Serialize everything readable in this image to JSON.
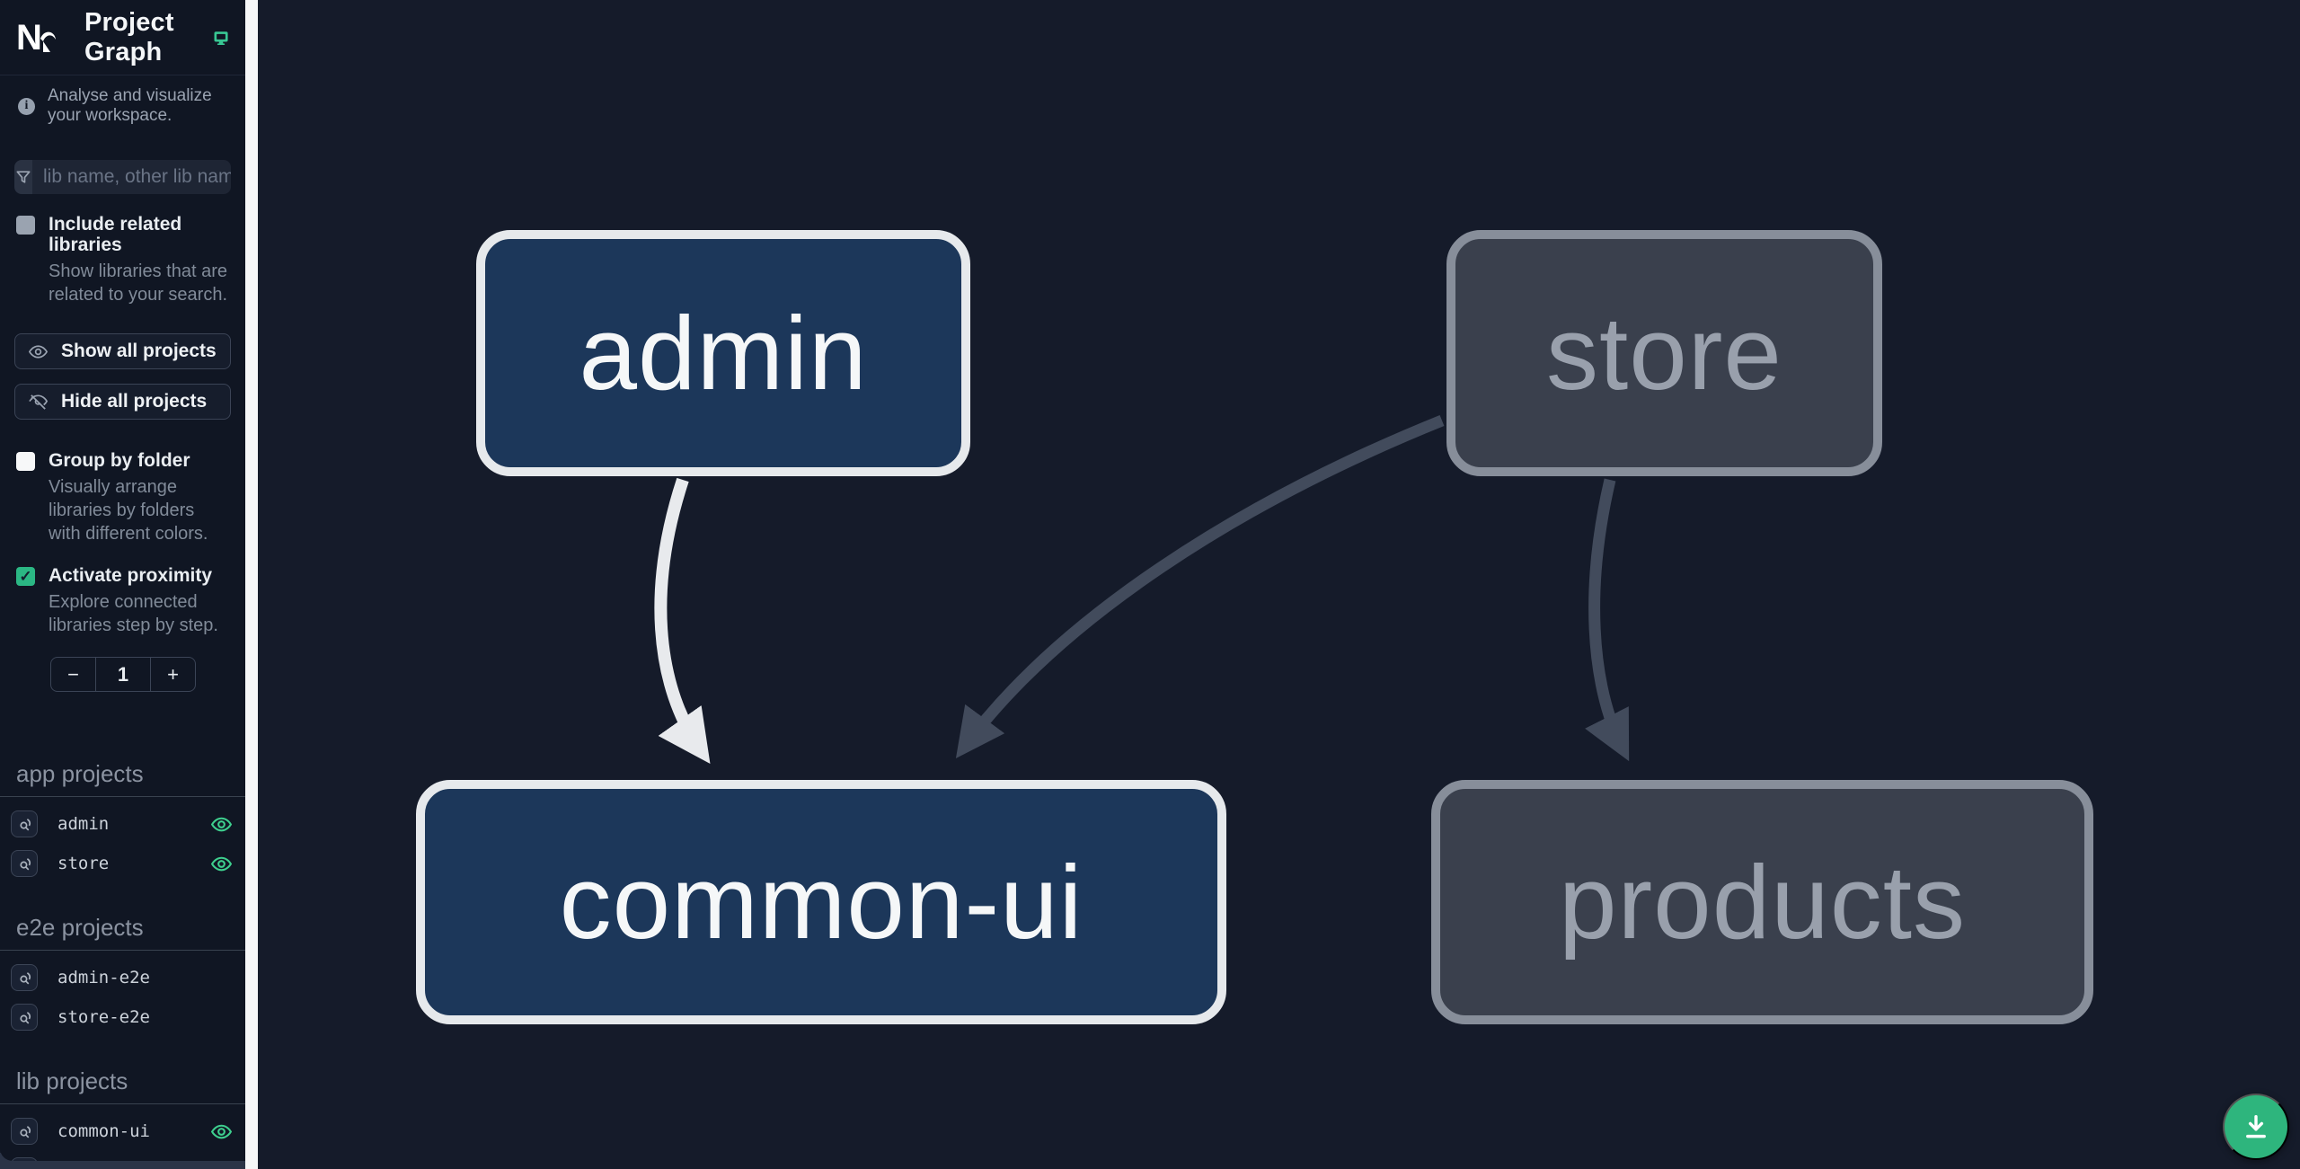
{
  "app": {
    "title": "Project Graph",
    "logo": "Nx"
  },
  "tagline": "Analyse and visualize your workspace.",
  "search": {
    "placeholder": "lib name, other lib name"
  },
  "actions": {
    "show_all": "Show all projects",
    "hide_all": "Hide all projects"
  },
  "options": {
    "related": {
      "label": "Include related libraries",
      "description": "Show libraries that are related to your search.",
      "checked": false
    },
    "group": {
      "label": "Group by folder",
      "description": "Visually arrange libraries by folders with different colors.",
      "checked": false
    },
    "proximity": {
      "label": "Activate proximity",
      "description": "Explore connected libraries step by step.",
      "checked": true,
      "value": "1",
      "decrement": "−",
      "increment": "+",
      "check_glyph": "✓"
    }
  },
  "sections": [
    {
      "label": "app projects",
      "items": [
        {
          "name": "admin",
          "eye": true
        },
        {
          "name": "store",
          "eye": true
        }
      ]
    },
    {
      "label": "e2e projects",
      "items": [
        {
          "name": "admin-e2e",
          "eye": false
        },
        {
          "name": "store-e2e",
          "eye": false
        }
      ]
    },
    {
      "label": "lib projects",
      "items": [
        {
          "name": "common-ui",
          "eye": true
        },
        {
          "name": "products",
          "eye": true
        }
      ]
    }
  ],
  "graph": {
    "nodes": [
      {
        "id": "admin",
        "label": "admin",
        "state": "focused"
      },
      {
        "id": "store",
        "label": "store",
        "state": "faded"
      },
      {
        "id": "common-ui",
        "label": "common-ui",
        "state": "focused"
      },
      {
        "id": "products",
        "label": "products",
        "state": "faded"
      }
    ],
    "edges": [
      {
        "from": "admin",
        "to": "common-ui",
        "state": "focused"
      },
      {
        "from": "store",
        "to": "common-ui",
        "state": "faded"
      },
      {
        "from": "store",
        "to": "products",
        "state": "faded"
      }
    ]
  },
  "colors": {
    "accent_teal": "#2bb784",
    "eye_green": "#3ecf8e",
    "node_focused_bg": "#1c375a",
    "node_focused_border": "#e6e9ec",
    "node_faded_bg": "#3a404d",
    "node_faded_border": "#878e9a",
    "edge_focused": "#e8eaed",
    "edge_faded": "#424b5c",
    "fab": "#2eb57d",
    "sidebar_bg": "#101623",
    "canvas_bg": "#151b2a"
  },
  "fab": {
    "icon": "download"
  }
}
